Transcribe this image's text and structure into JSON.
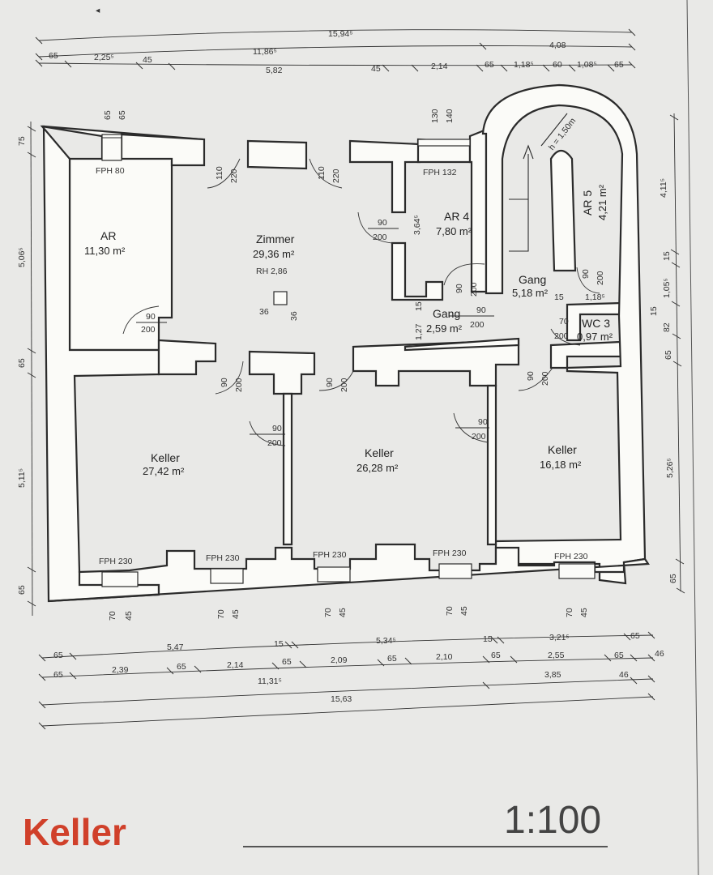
{
  "drawing": {
    "title": "Keller",
    "scale": "1:100"
  },
  "rooms": [
    {
      "id": "ar",
      "name": "AR",
      "area": "11,30 m²"
    },
    {
      "id": "zimmer",
      "name": "Zimmer",
      "area": "29,36 m²",
      "extra": "RH 2,86"
    },
    {
      "id": "ar4",
      "name": "AR 4",
      "area": "7,80 m²"
    },
    {
      "id": "ar5",
      "name": "AR 5",
      "area": "4,21 m²"
    },
    {
      "id": "gang1",
      "name": "Gang",
      "area": "5,18 m²"
    },
    {
      "id": "gang2",
      "name": "Gang",
      "area": "2,59 m²"
    },
    {
      "id": "wc3",
      "name": "WC 3",
      "area": "0,97 m²"
    },
    {
      "id": "keller1",
      "name": "Keller",
      "area": "27,42 m²"
    },
    {
      "id": "keller2",
      "name": "Keller",
      "area": "26,28 m²"
    },
    {
      "id": "keller3",
      "name": "Keller",
      "area": "16,18 m²"
    }
  ],
  "windows": [
    "FPH 80",
    "FPH 132",
    "FPH 230",
    "FPH 230",
    "FPH 230",
    "FPH 230",
    "FPH 230"
  ],
  "stair_label": "h = 1,50m",
  "top_dims": {
    "row1": [
      "15,94⁵"
    ],
    "row2": [
      "11,86⁵",
      "4,08"
    ],
    "row3": [
      "65",
      "2,25⁵",
      "45",
      "5,82",
      "45",
      "2,14",
      "65",
      "1,18⁵",
      "60",
      "1,08⁵",
      "65"
    ]
  },
  "bottom_dims": {
    "row1": [
      "65",
      "5,47",
      "15",
      "5,34⁵",
      "15",
      "3,21⁵",
      "65"
    ],
    "row2": [
      "65",
      "2,39",
      "65",
      "2,14",
      "65",
      "2,09",
      "65",
      "2,10",
      "65",
      "2,55",
      "65",
      "46"
    ],
    "row3": [
      "11,31⁵",
      "3,85",
      "46"
    ],
    "row4": [
      "15,63"
    ]
  },
  "left_dims": [
    "75",
    "5,06⁵",
    "65",
    "5,11⁵",
    "65"
  ],
  "right_dims": [
    "4,11⁵",
    "15",
    "1,05⁵",
    "82",
    "65",
    "5,26⁵",
    "65"
  ],
  "inner_dims": {
    "win_top_ar": [
      "65",
      "65"
    ],
    "win_top_ar4": [
      "130",
      "140"
    ],
    "zimmer_doors": [
      "110",
      "220",
      "110",
      "220"
    ],
    "door_90": "90",
    "door_200": "200",
    "ar4_side": "3,64⁵",
    "pillar": [
      "36",
      "36"
    ],
    "gang_small": [
      "1,27",
      "15",
      "15",
      "1,18⁵",
      "70"
    ],
    "sill_bottom": [
      "70",
      "45"
    ]
  }
}
